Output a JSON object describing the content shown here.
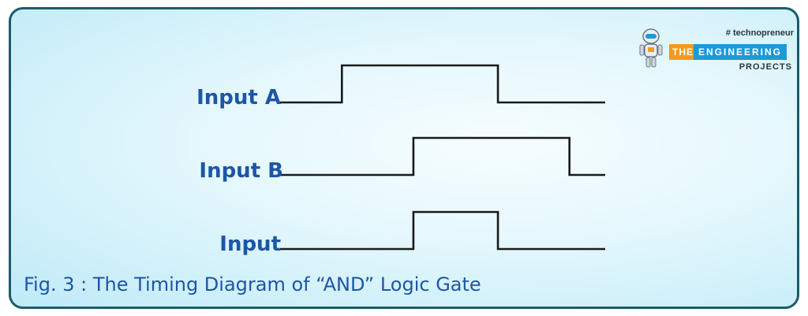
{
  "logo": {
    "hashtag": "# technopreneur",
    "word_the": "THE",
    "word_engineering": "ENGINEERING",
    "word_projects": "PROJECTS",
    "icon": "robot-icon"
  },
  "diagram": {
    "signals": [
      {
        "label": "Input A",
        "high_intervals": [
          [
            0.19,
            0.67
          ]
        ]
      },
      {
        "label": "Input B",
        "high_intervals": [
          [
            0.41,
            0.89
          ]
        ]
      },
      {
        "label": "Input",
        "high_intervals": [
          [
            0.41,
            0.67
          ]
        ]
      }
    ]
  },
  "caption": "Fig. 3 : The Timing Diagram of “AND” Logic Gate",
  "colors": {
    "label": "#1c56a6",
    "wave": "#1a1a1a",
    "border": "#1c5b6b",
    "logo_orange": "#f39a1f",
    "logo_blue": "#1d9ad6"
  }
}
